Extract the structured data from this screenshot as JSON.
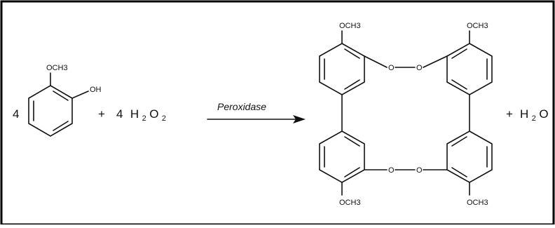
{
  "reaction": {
    "reactant": {
      "coefficient": "4",
      "substituent_top": "OCH3",
      "substituent_side": "OH"
    },
    "plus_1": "+",
    "peroxide": {
      "coefficient": "4",
      "formula_h": "H",
      "formula_h_sub": "2",
      "formula_o": "O",
      "formula_o_sub": "2"
    },
    "catalyst": "Peroxidase",
    "product": {
      "methoxy_label": "OCH3",
      "bridge_atom": "O"
    },
    "plus_2": "+",
    "byproduct": {
      "h": "H",
      "h_sub": "2",
      "o": "O"
    }
  }
}
